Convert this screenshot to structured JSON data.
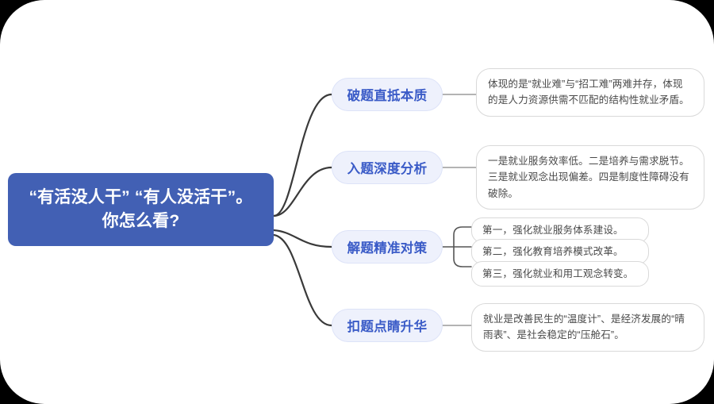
{
  "mindmap": {
    "root": {
      "label": "“有活没人干” “有人没活干”。你怎么看?",
      "color": "#4260b4",
      "text_color": "#ffffff"
    },
    "branch_color": "#3a5bc7",
    "branch_bg": "#eef1fc",
    "leaf_border": "#d9d9d9",
    "leaf_text_color": "#4a4a4a",
    "connector_color": "#3a3a3a",
    "branches": [
      {
        "label": "破题直抵本质",
        "leaves": [
          "体现的是“就业难”与“招工难”两难并存，体现的是人力资源供需不匹配的结构性就业矛盾。"
        ]
      },
      {
        "label": "入题深度分析",
        "leaves": [
          "一是就业服务效率低。二是培养与需求脱节。三是就业观念出现偏差。四是制度性障碍没有破除。"
        ]
      },
      {
        "label": "解题精准对策",
        "leaves": [
          "第一，强化就业服务体系建设。",
          "第二，强化教育培养模式改革。",
          "第三，强化就业和用工观念转变。"
        ]
      },
      {
        "label": "扣题点睛升华",
        "leaves": [
          "就业是改善民生的“温度计”、是经济发展的“晴雨表”、是社会稳定的“压舱石”。"
        ]
      }
    ]
  }
}
